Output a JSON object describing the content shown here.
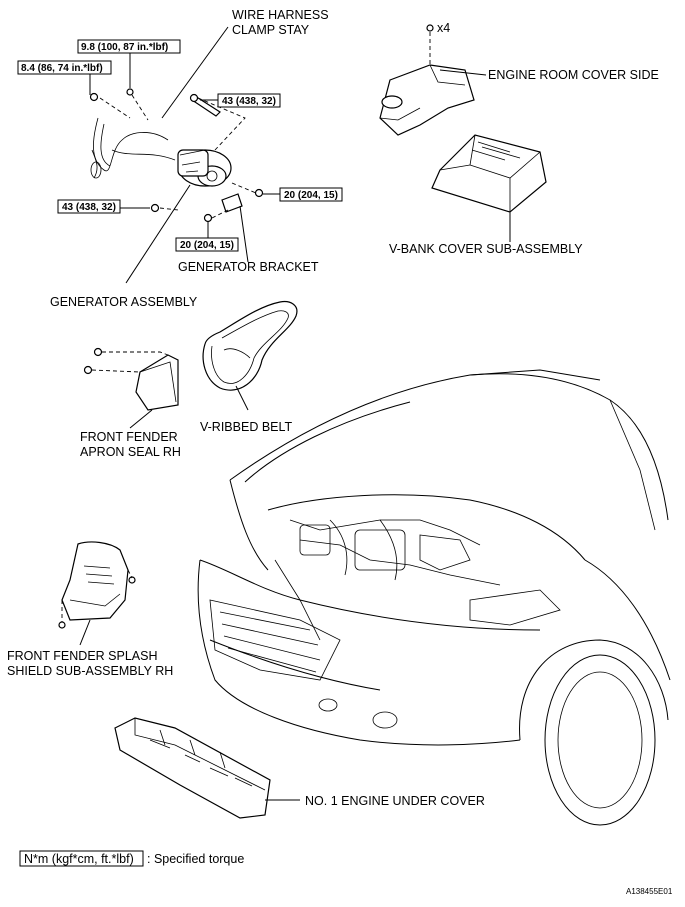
{
  "labels": {
    "wire_harness_1": "WIRE HARNESS",
    "wire_harness_2": "CLAMP STAY",
    "engine_room_cover_side": "ENGINE ROOM COVER SIDE",
    "v_bank_cover": "V-BANK COVER SUB-ASSEMBLY",
    "generator_bracket": "GENERATOR BRACKET",
    "generator_assembly": "GENERATOR ASSEMBLY",
    "apron_seal_1": "FRONT FENDER",
    "apron_seal_2": "APRON SEAL RH",
    "v_ribbed_belt": "V-RIBBED BELT",
    "splash_shield_1": "FRONT FENDER SPLASH",
    "splash_shield_2": "SHIELD SUB-ASSEMBLY RH",
    "under_cover": "NO. 1 ENGINE UNDER COVER",
    "qty": "x4"
  },
  "torques": {
    "t1": "9.8 (100, 87 in.*lbf)",
    "t2": "8.4 (86, 74 in.*lbf)",
    "t3": "43 (438, 32)",
    "t4": "20 (204, 15)",
    "t5": "43 (438, 32)",
    "t6": "20 (204, 15)"
  },
  "legend": {
    "unit_box": "N*m (kgf*cm, ft.*lbf)",
    "text": ": Specified torque"
  },
  "figure_id": "A138455E01"
}
